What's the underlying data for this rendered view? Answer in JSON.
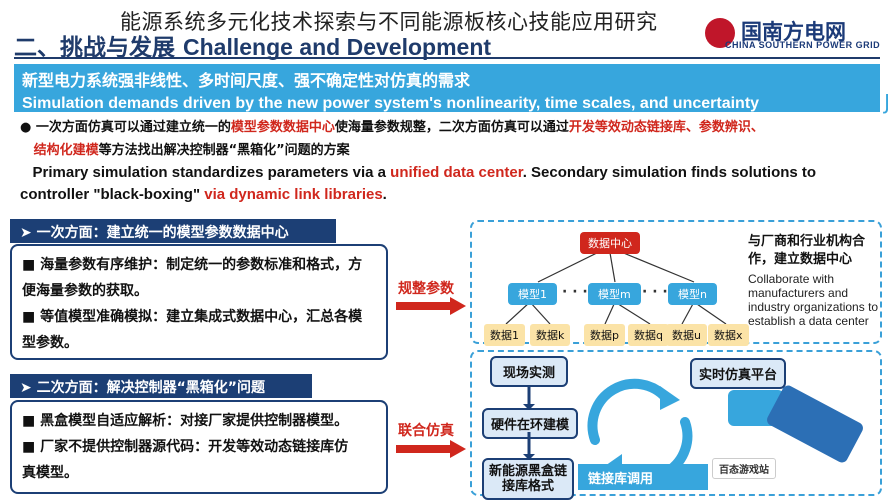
{
  "overlay_title": "能源系统多元化技术探索与不同能源板核心技能应用研究",
  "header": {
    "title_cn": "二、挑战与发展",
    "title_en": "Challenge and Development",
    "logo_cn": "国南方电网",
    "logo_en": "CHINA SOUTHERN POWER GRID"
  },
  "banner": {
    "cn": "新型电力系统强非线性、多时间尺度、强不确定性对仿真的需求",
    "en": "Simulation demands driven by the new power system's nonlinearity, time scales, and uncertainty",
    "mark": "J"
  },
  "bullet": {
    "cn_1a": "一次方面仿真可以通过建立统一的",
    "cn_1b": "模型参数数据中心",
    "cn_1c": "使海量参数规整，二次方面仿真可以通过",
    "cn_1d": "开发等效动态链接库、参数辨识、",
    "cn_2a": "结构化建模",
    "cn_2b": "等方法找出解决控制器“黑箱化”问题的方案",
    "en_1a": "Primary simulation standardizes parameters via a ",
    "en_1b": "unified data center",
    "en_1c": ". Secondary simulation finds solutions to",
    "en_2a": "controller \"black-boxing\" ",
    "en_2b": "via dynamic link libraries",
    "en_2c": "."
  },
  "section1": {
    "header": "➤ 一次方面：建立统一的模型参数数据中心",
    "items": [
      "■ 海量参数有序维护：制定统一的参数标准和格式，方",
      "   便海量参数的获取。",
      "■ 等值模型准确模拟：建立集成式数据中心，汇总各模",
      "   型参数。"
    ]
  },
  "section2": {
    "header": "➤ 二次方面：解决控制器“黑箱化”问题",
    "items": [
      "■ 黑盒模型自适应解析：对接厂家提供控制器模型。",
      "■ 厂家不提供控制器源代码：开发等效动态链接库仿",
      "   真模型。"
    ]
  },
  "arrows": {
    "top_label": "规整参数",
    "bottom_label": "联合仿真"
  },
  "tree": {
    "root": "数据中心",
    "models": [
      "模型1",
      "模型m",
      "模型n"
    ],
    "data": [
      "数据1",
      "数据k",
      "数据p",
      "数据q",
      "数据u",
      "数据x"
    ],
    "dots": "· · ·"
  },
  "right_text": {
    "cn": "与厂商和行业机构合作，建立数据中心",
    "en": "Collaborate with manufacturers and industry organizations to establish a data center"
  },
  "flow": {
    "field_test": "现场实测",
    "hil": "硬件在环建模",
    "blackbox": "新能源黑盒链接库格式",
    "realtime": "实时仿真平台",
    "link_call": "链接库调用"
  },
  "watermark": "百态游戏站"
}
